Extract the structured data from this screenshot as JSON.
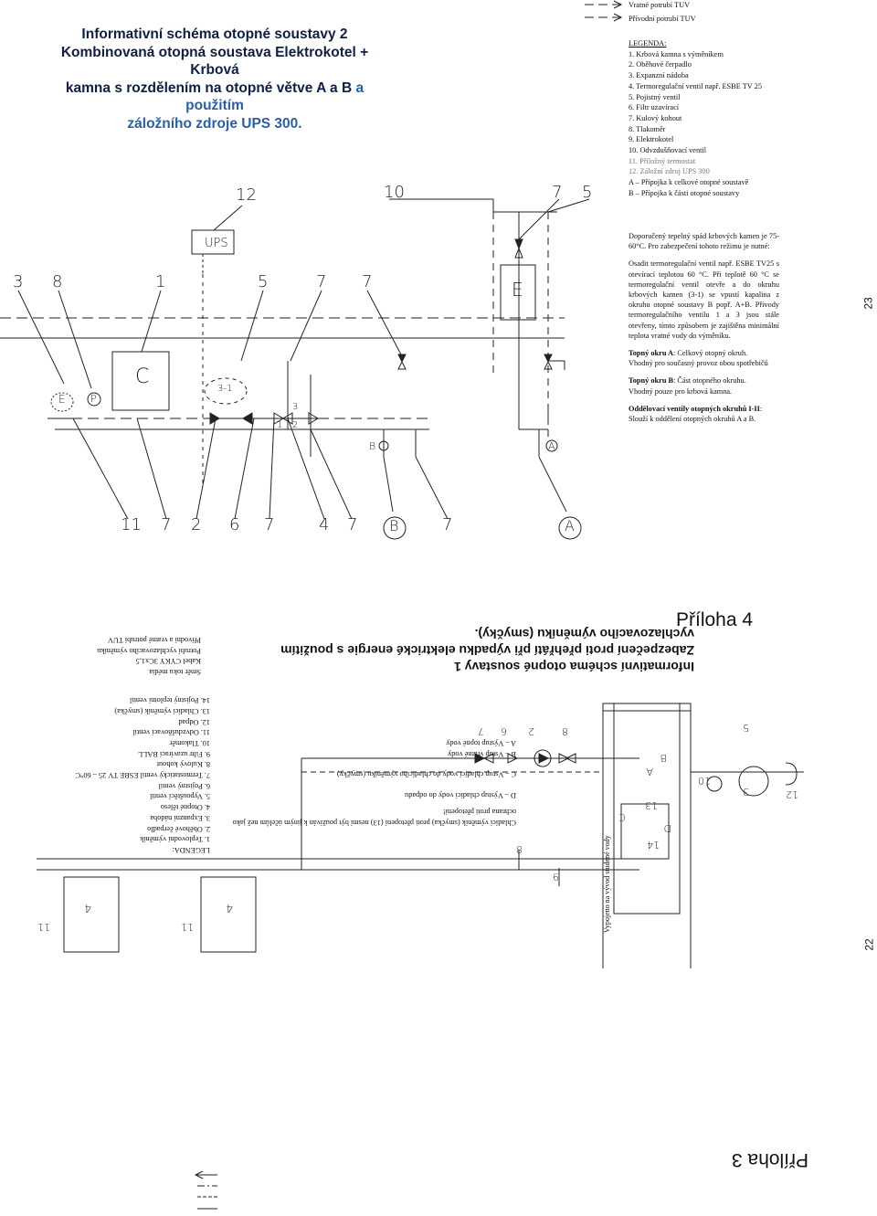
{
  "top": {
    "title_line1": "Informativní  schéma otopné soustavy 2",
    "title_line2": "Kombinovaná otopná soustava Elektrokotel + Krbová",
    "title_line3a": "kamna s rozdělením na otopné větve A a B ",
    "title_line3b": "a použitím",
    "title_line4": "záložního zdroje UPS 300.",
    "flow_return": "Vratné potrubí TUV",
    "flow_supply": "Přívodní potrubí TUV",
    "legend_head": "LEGENDA:",
    "legend": [
      "1. Krbová kamna s výměníkem",
      "2. Oběhové čerpadlo",
      "3. Expanzní nádoba",
      "4. Termoregulační ventil např. ESBE TV 25",
      "5. Pojistný ventil",
      "6. Filtr uzavírací",
      "7. Kulový kohout",
      "8. Tlakoměr",
      "9. Elektrokotel",
      "10. Odvzdušňovací ventil",
      "11. Příložný termostat",
      "12. Záložní zdroj UPS 300"
    ],
    "legend_a": "A – Přípojka k celkové otopné soustavě",
    "legend_b": "B – Přípojka k části otopné soustavy",
    "note1": "Doporučený tepelný spád krbových kamen je 75-60°C. Pro zabezpečení tohoto režimu je nutné:",
    "note2": "Osadit termoregulační ventil např. ESBE TV25 s otevírací teplotou 60 °C. Při teplotě 60 °C se termoregulační ventil otevře a do okruhu krbových kamen (3-1) se vpustí kapalina z okruhu otopné soustavy B popř. A+B. Přívody termoregulačního ventilu 1 a 3 jsou stále otevřeny, tímto způsobem je zajištěna minimální teplota vratné vody do výměníku.",
    "circuit_a_bold": "Topný okru A",
    "circuit_a_rest": ": Celkový otopný okruh.",
    "circuit_a_desc": "Vhodný pro současný provoz obou spotřebičů",
    "circuit_b_bold": "Topný okru B",
    "circuit_b_rest": ": Část otopného okruhu.",
    "circuit_b_desc": "Vhodný pouze  pro krbová kamna.",
    "valves_bold": "Oddělovací ventily otopných okruhů I-II",
    "valves_rest": ":",
    "valves_desc": "Slouží k oddělení otopných okruhů A a B.",
    "page_no": "23",
    "appendix": "Příloha 4",
    "ups_label": "UPS",
    "callouts_top": [
      "12",
      "10",
      "7",
      "5"
    ],
    "callouts_mid": [
      "3",
      "8",
      "1",
      "5",
      "7",
      "7"
    ],
    "callouts_bottom": [
      "11",
      "7",
      "2",
      "6",
      "7",
      "4",
      "7",
      "B",
      "7",
      "A"
    ],
    "e_label": "E",
    "p_label": "P",
    "c_label": "C",
    "loop_label": "3-1",
    "num_1": "1",
    "num_2": "2",
    "num_3": "3",
    "b_tag": "B",
    "a_tag": "A",
    "e_right": "E"
  },
  "bottom": {
    "title_line1": "Informativní  schéma otopné soustavy 1",
    "title_line2": "Zabezpečení proti přehřátí při výpadku elektrické energie  s použitím",
    "title_line3": "vychlazovacího výměníku (smyčky).",
    "flow_1": "Přívodní a vratné potrubí TUV",
    "flow_2": "Potrubí vychlazovacího výměníku",
    "flow_3": "Kabel CYKY 3Cx1,5",
    "flow_4": "Směr toku média",
    "legend_head": "LEGENDA:",
    "legend": [
      "1. Teplovodní výměník",
      "2. Oběhové čerpadlo",
      "3. Expanzní nádoba",
      "4. Otopné těleso",
      "5. Vypouštěcí ventil",
      "6. Pojistný ventil",
      "7. Termostatický ventil ESBE TV 25 – 60°C",
      "8. Kulový kohout",
      "9. Filtr uzavírací BALL",
      "10. Tlakoměr",
      "11. Odvzdušňovací ventil",
      "12. Odpad",
      "13. Chladící výměník (smyčka)",
      "14. Pojistný teplotní ventil"
    ],
    "ports": [
      "A – Výstup topné vody",
      "B – Vstup vratné vody",
      "C – Vstup chladící vody do chladícího výměníku  (smyčky)",
      "D – Výstup chladící vody do odpadu"
    ],
    "warning": "Chladící výměník (smyčka) proti přetopení (13) nesmí být používán k jiným účelům než jako ochrana proti přetopení!",
    "side_note": "Vypojeno na vývod studené vody",
    "page_no": "22",
    "appendix": "Příloha 3",
    "labels": [
      "4",
      "4",
      "11",
      "11",
      "9",
      "8",
      "14",
      "D",
      "C",
      "13",
      "A",
      "B",
      "10",
      "3",
      "12",
      "5",
      "7",
      "6",
      "2",
      "8"
    ]
  }
}
